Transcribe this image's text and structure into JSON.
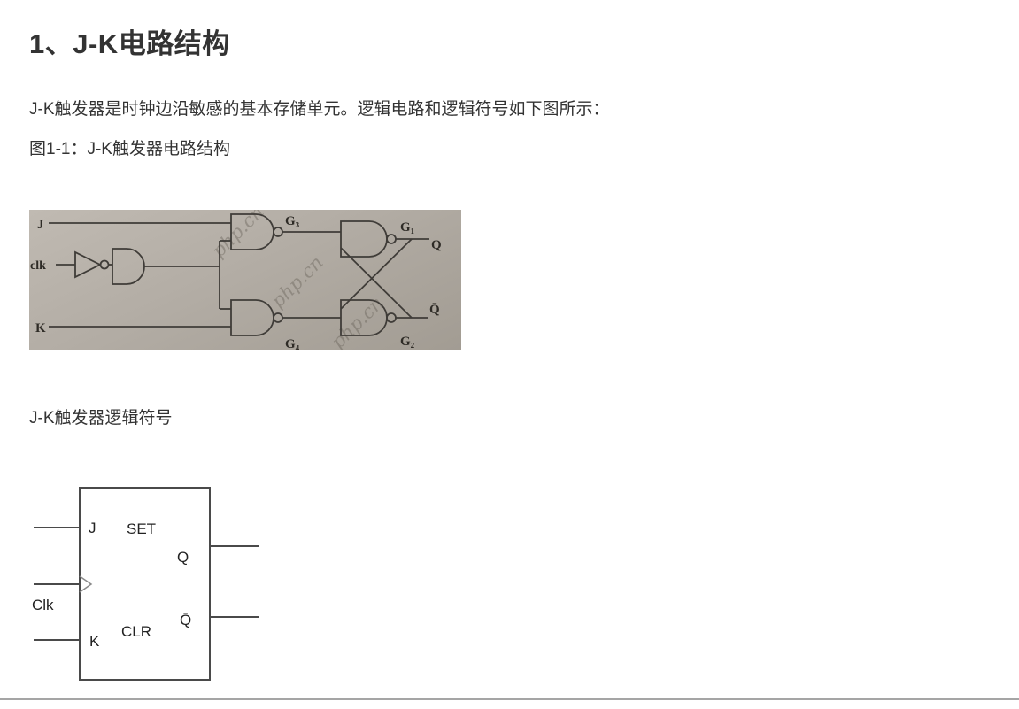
{
  "page": {
    "heading": "1、J-K电路结构",
    "intro": "J-K触发器是时钟边沿敏感的基本存储单元。逻辑电路和逻辑符号如下图所示：",
    "figure_caption": "图1-1：J-K触发器电路结构",
    "symbol_caption": "J-K触发器逻辑符号"
  },
  "circuit": {
    "watermark": "php.cn",
    "labels": {
      "j": "J",
      "clk": "clk",
      "k": "K",
      "g3": "G₃",
      "g1": "G₁",
      "g4": "G₄",
      "g2": "G₂",
      "q": "Q",
      "q_bar": "Q̄"
    }
  },
  "symbol": {
    "labels": {
      "j": "J",
      "set": "SET",
      "q": "Q",
      "clk": "Clk",
      "k": "K",
      "clr": "CLR",
      "q_bar": "Q̄"
    }
  },
  "colors": {
    "text": "#333333",
    "photo_background": "#b3ada5",
    "circuit_line": "#3f3c38",
    "symbol_line": "#4a4a4a"
  }
}
